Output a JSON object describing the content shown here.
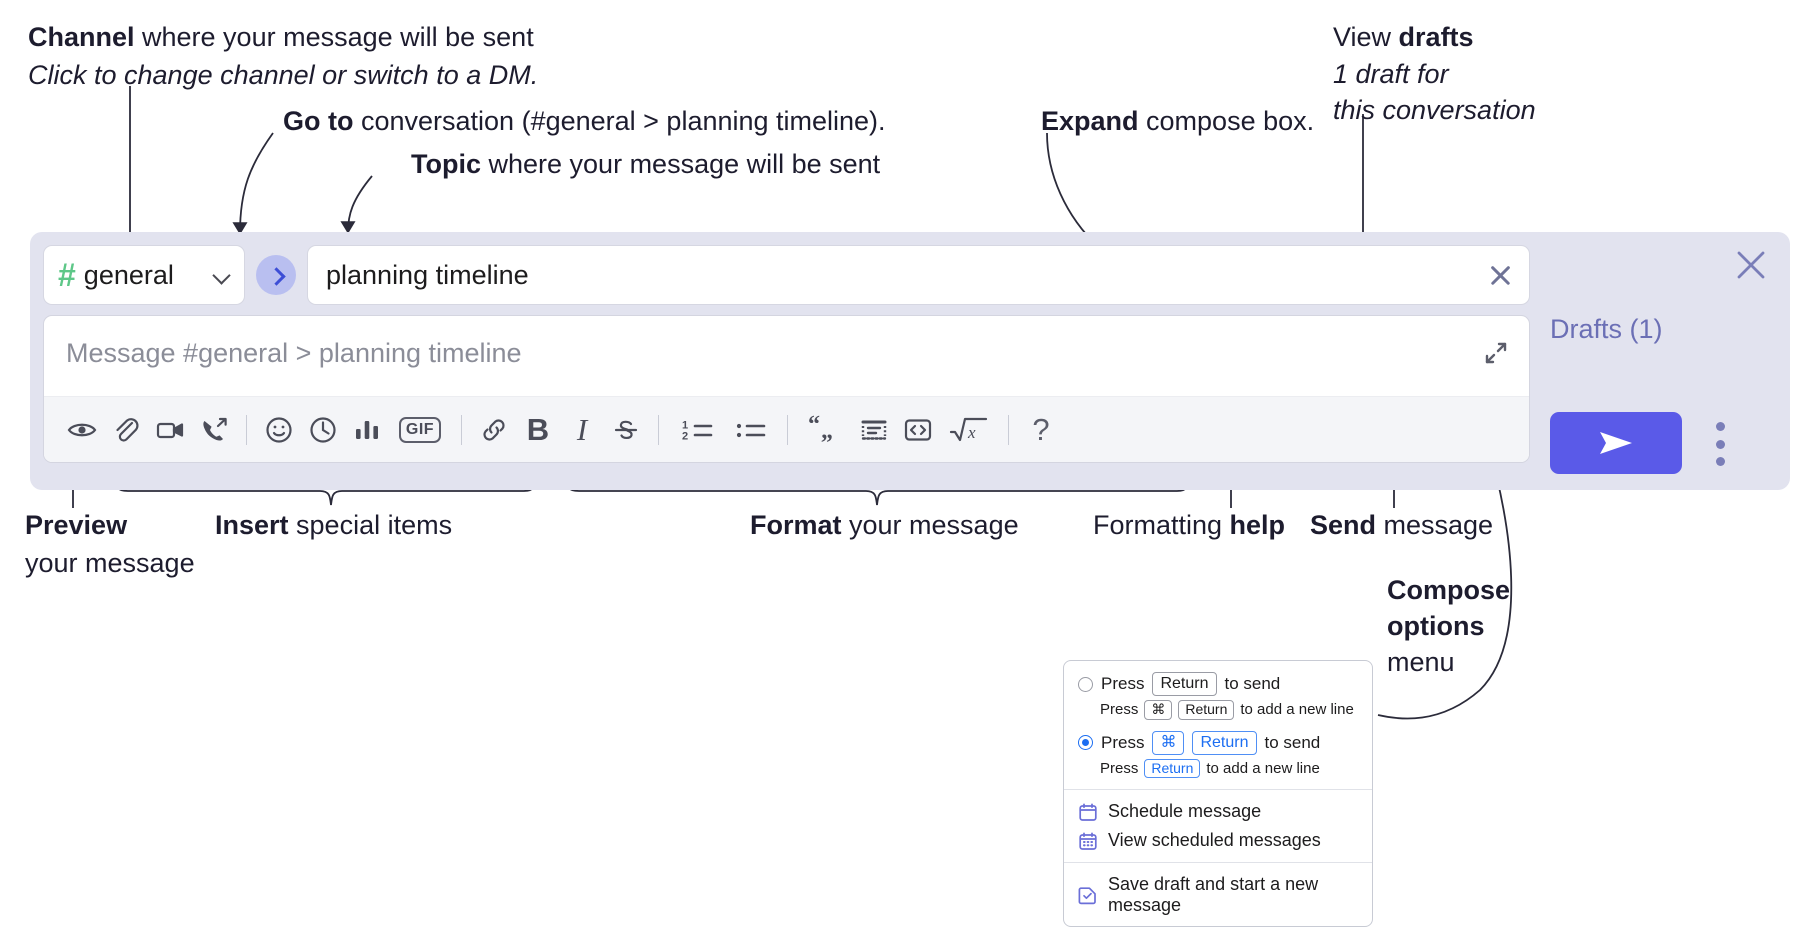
{
  "annotations": {
    "channel": {
      "bold": "Channel",
      "rest": " where your message will be sent",
      "sub": "Click to change channel or switch to a DM."
    },
    "goto": {
      "bold": "Go to",
      "rest": " conversation (#general > planning timeline)."
    },
    "topic": {
      "bold": "Topic",
      "rest": " where your message will be sent"
    },
    "expand": {
      "bold": "Expand",
      "rest": " compose box."
    },
    "drafts": {
      "prefix": "View ",
      "bold": "drafts",
      "line2": "1 draft for",
      "line3": "this conversation"
    },
    "preview": {
      "bold": "Preview",
      "line2": "your message"
    },
    "insert": {
      "bold": "Insert",
      "rest": " special items"
    },
    "format": {
      "bold": "Format",
      "rest": " your message"
    },
    "help": {
      "prefix": "Formatting ",
      "bold": "help"
    },
    "send": {
      "bold": "Send",
      "rest": " message"
    },
    "compose_options": {
      "line1": "Compose",
      "line2": "options",
      "line3": "menu"
    }
  },
  "compose": {
    "channel": {
      "hash": "#",
      "name": "general"
    },
    "topic_value": "planning timeline",
    "message_placeholder": "Message #general > planning timeline",
    "drafts_label": "Drafts (1)",
    "toolbar": [
      {
        "name": "preview-icon",
        "label": "Preview"
      },
      {
        "name": "attachment-icon",
        "label": "Attach file"
      },
      {
        "name": "video-icon",
        "label": "Record video clip"
      },
      {
        "name": "audio-call-icon",
        "label": "Record audio clip"
      },
      {
        "name": "separator",
        "label": ""
      },
      {
        "name": "emoji-icon",
        "label": "Emoji"
      },
      {
        "name": "clock-icon",
        "label": "Reminder"
      },
      {
        "name": "poll-icon",
        "label": "Poll"
      },
      {
        "name": "gif-icon",
        "label": "GIF"
      },
      {
        "name": "separator",
        "label": ""
      },
      {
        "name": "link-icon",
        "label": "Link"
      },
      {
        "name": "bold-icon",
        "label": "B"
      },
      {
        "name": "italic-icon",
        "label": "I"
      },
      {
        "name": "strikethrough-icon",
        "label": "Strikethrough"
      },
      {
        "name": "separator",
        "label": ""
      },
      {
        "name": "ordered-list-icon",
        "label": "Ordered list"
      },
      {
        "name": "bulleted-list-icon",
        "label": "Bulleted list"
      },
      {
        "name": "separator",
        "label": ""
      },
      {
        "name": "blockquote-icon",
        "label": "Blockquote"
      },
      {
        "name": "codeblock-icon",
        "label": "Code block"
      },
      {
        "name": "code-icon",
        "label": "Code"
      },
      {
        "name": "latex-icon",
        "label": "Math"
      },
      {
        "name": "separator",
        "label": ""
      },
      {
        "name": "help-icon",
        "label": "?"
      }
    ]
  },
  "options_menu": {
    "option1": {
      "press": "Press",
      "key": "Return",
      "suffix": "to send",
      "sub_press": "Press",
      "sub_key1": "⌘",
      "sub_key2": "Return",
      "sub_suffix": "to add a new line",
      "selected": false
    },
    "option2": {
      "press": "Press",
      "key1": "⌘",
      "key2": "Return",
      "suffix": "to send",
      "sub_press": "Press",
      "sub_key": "Return",
      "sub_suffix": "to add a new line",
      "selected": true
    },
    "items": [
      {
        "icon": "calendar-icon",
        "label": "Schedule message"
      },
      {
        "icon": "calendar-grid-icon",
        "label": "View scheduled messages"
      },
      {
        "icon": "save-draft-icon",
        "label": "Save draft and start a new message"
      }
    ]
  },
  "colors": {
    "panel_bg": "#e2e3ef",
    "send_button": "#5a5ae8",
    "goto_bubble": "#b9bff0",
    "hash_green": "#5ec788",
    "drafts_text": "#6b6fb5",
    "accent_blue": "#1c6ef2"
  }
}
